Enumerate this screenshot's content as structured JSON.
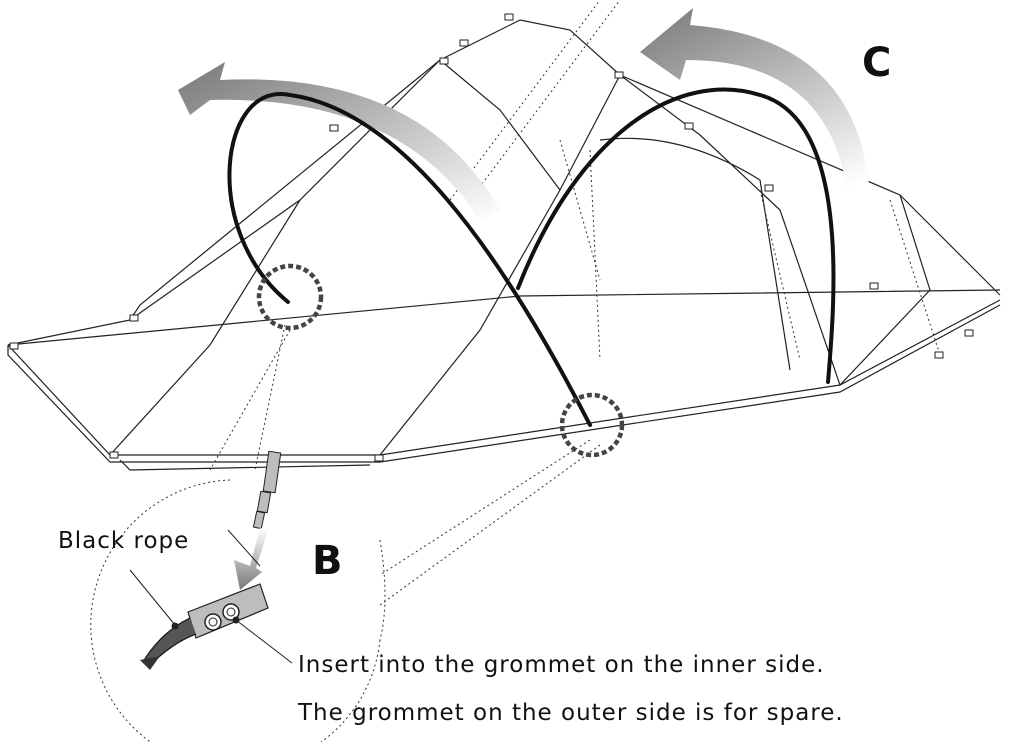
{
  "labels": {
    "step_c": "C",
    "step_b": "B",
    "rope_label": "Black rope",
    "note_line1": "Insert into the grommet on the inner side.",
    "note_line2": "The grommet on the outer side is for spare."
  },
  "colors": {
    "pole": "#111111",
    "outline": "#222222",
    "arrow_gradient_dark": "#777777",
    "arrow_gradient_light": "#ffffff",
    "highlight_circle": "#444444",
    "strap_fill": "#bdbdbd"
  },
  "icons": {
    "pole_move_arrows": "curved-arrow-icon",
    "zoom_arrow": "down-arrow-icon",
    "grommet": "grommet-icon"
  }
}
